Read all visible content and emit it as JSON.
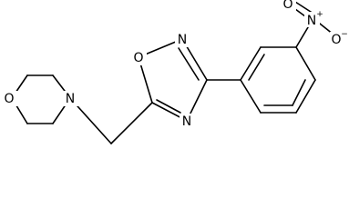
{
  "molecule": {
    "atoms": {
      "morpholine_o": "O",
      "morpholine_n": "N",
      "ring_o": "O",
      "ring_n2": "N",
      "ring_n4": "N",
      "nitro_n": "N",
      "nitro_n_charge": "+",
      "nitro_o_top": "O",
      "nitro_o_right": "O",
      "nitro_o_right_charge": "−"
    }
  }
}
